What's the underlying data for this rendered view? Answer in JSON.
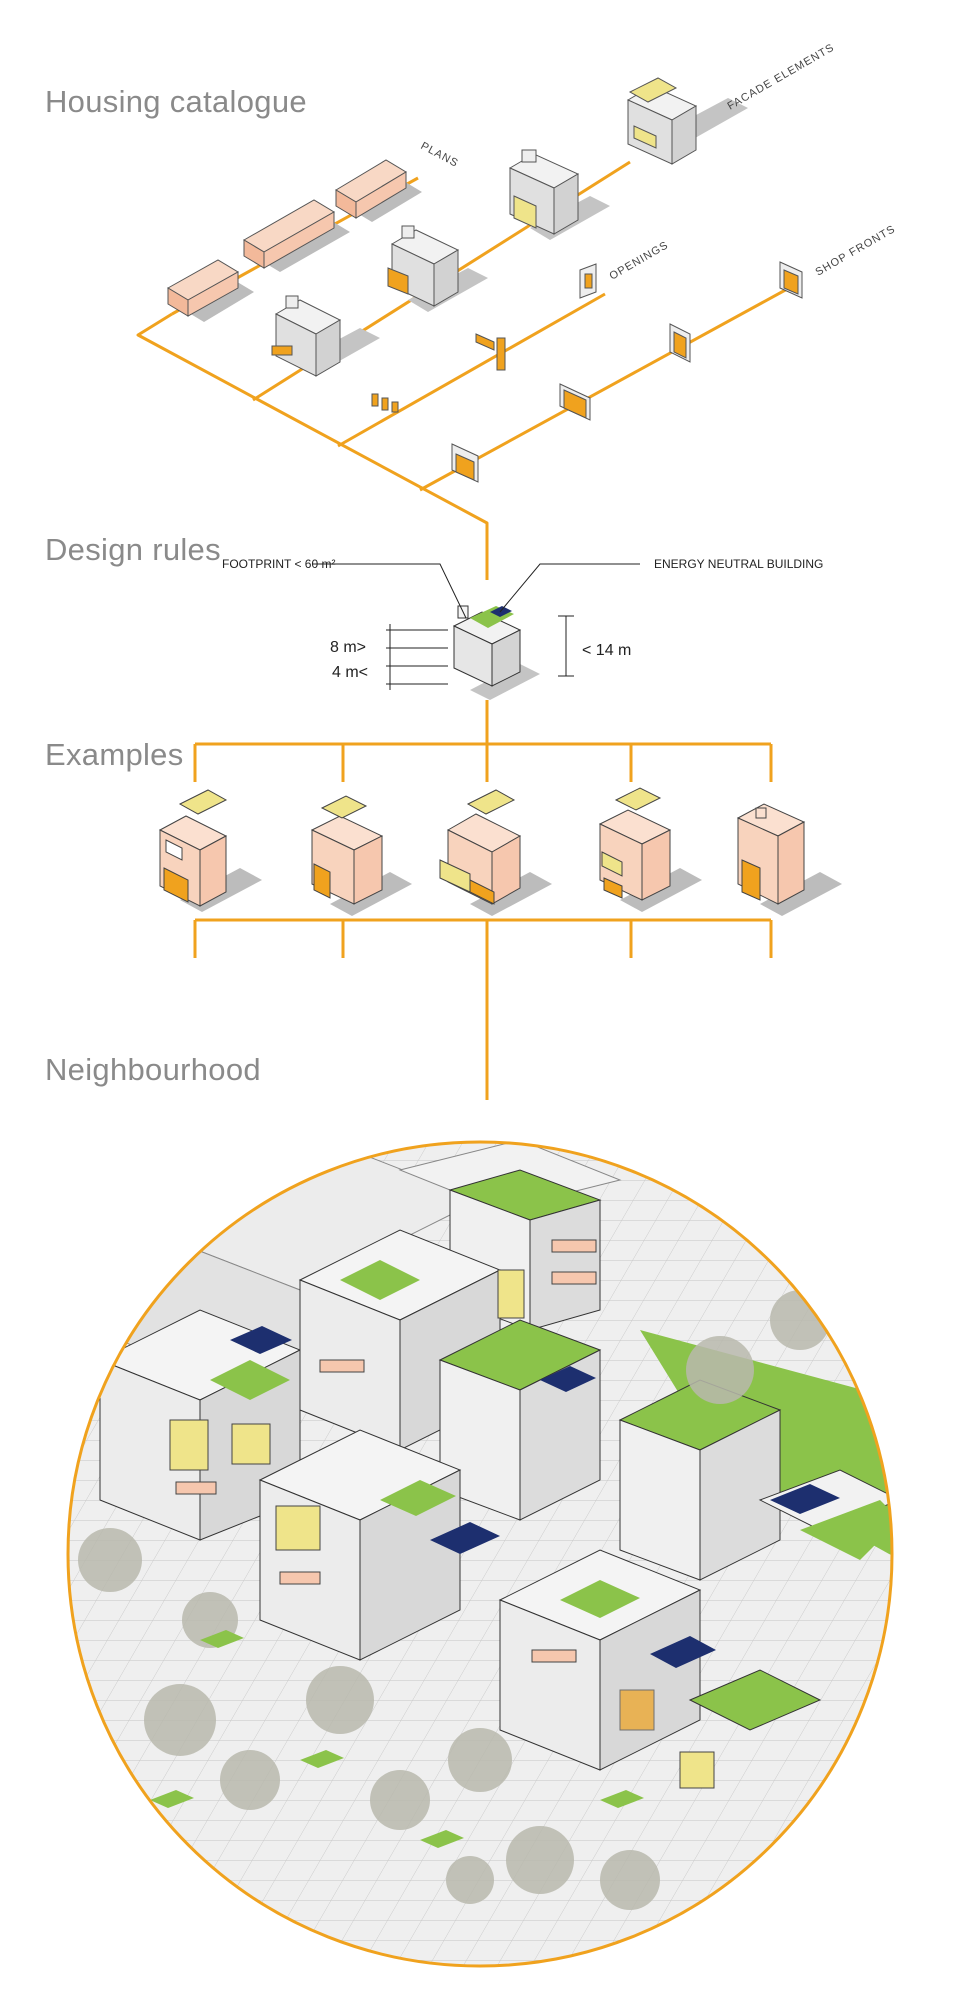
{
  "sections": {
    "housing_catalogue": "Housing catalogue",
    "design_rules": "Design rules",
    "examples": "Examples",
    "neighbourhood": "Neighbourhood"
  },
  "catalogue_labels": {
    "plans": "PLANS",
    "facade_elements": "FACADE ELEMENTS",
    "openings": "OPENINGS",
    "shop_fronts": "SHOP FRONTS"
  },
  "rules": {
    "footprint": "FOOTPRINT < 60 m²",
    "energy": "ENERGY NEUTRAL BUILDING",
    "height_max": "8 m>",
    "height_min": "4 m<",
    "total_height": "< 14 m"
  },
  "colors": {
    "accent_orange": "#f0a21e",
    "plan_pink": "#f6c7ae",
    "facade_yellow": "#efe48a",
    "roof_green": "#8bc34a",
    "solar_blue": "#1d2f6f",
    "building_grey": "#e6e6e6",
    "shadow_grey": "#c4c4c4"
  }
}
